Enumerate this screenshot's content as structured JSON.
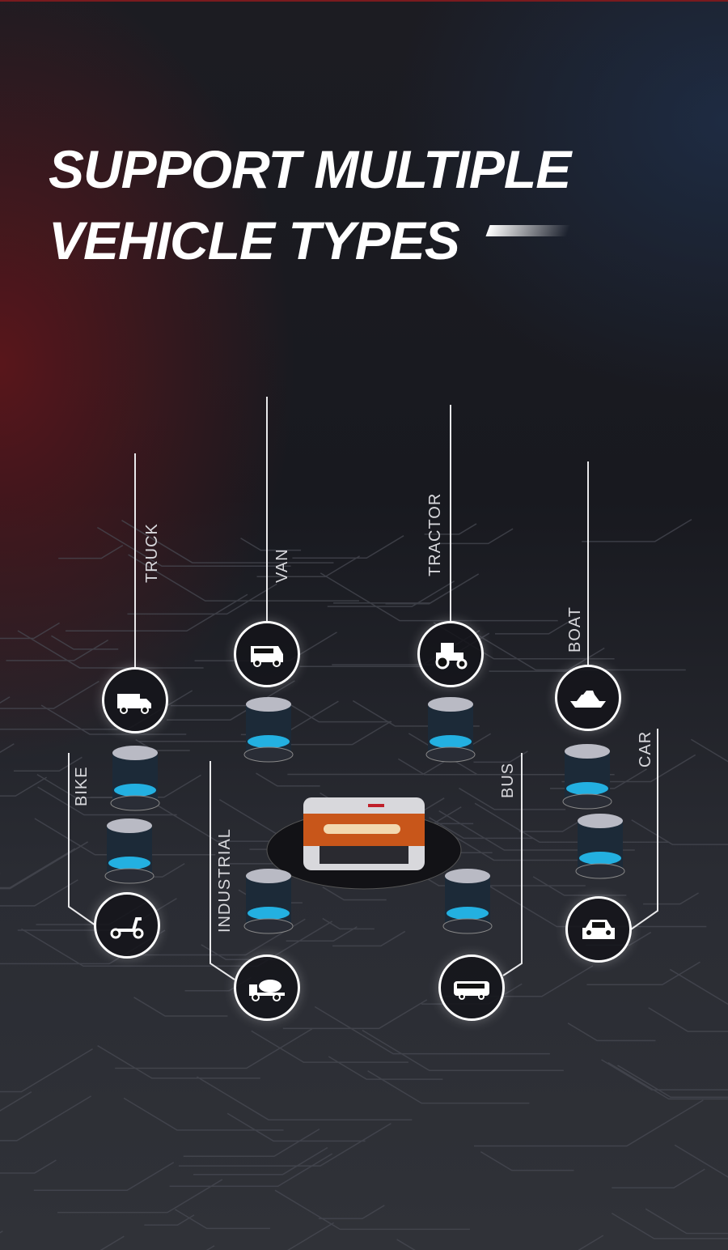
{
  "title": {
    "line1": "SUPPORT MULTIPLE",
    "line2": "VEHICLE TYPES"
  },
  "vehicles": [
    {
      "label": "TRUCK",
      "icon": "truck-icon"
    },
    {
      "label": "VAN",
      "icon": "van-icon"
    },
    {
      "label": "TRACTOR",
      "icon": "tractor-icon"
    },
    {
      "label": "BOAT",
      "icon": "boat-icon"
    },
    {
      "label": "BIKE",
      "icon": "scooter-icon"
    },
    {
      "label": "INDUSTRIAL",
      "icon": "mixer-truck-icon"
    },
    {
      "label": "BUS",
      "icon": "bus-icon"
    },
    {
      "label": "CAR",
      "icon": "car-icon"
    }
  ],
  "colors": {
    "glow": "#25c8ff",
    "accent": "#c0202a"
  }
}
